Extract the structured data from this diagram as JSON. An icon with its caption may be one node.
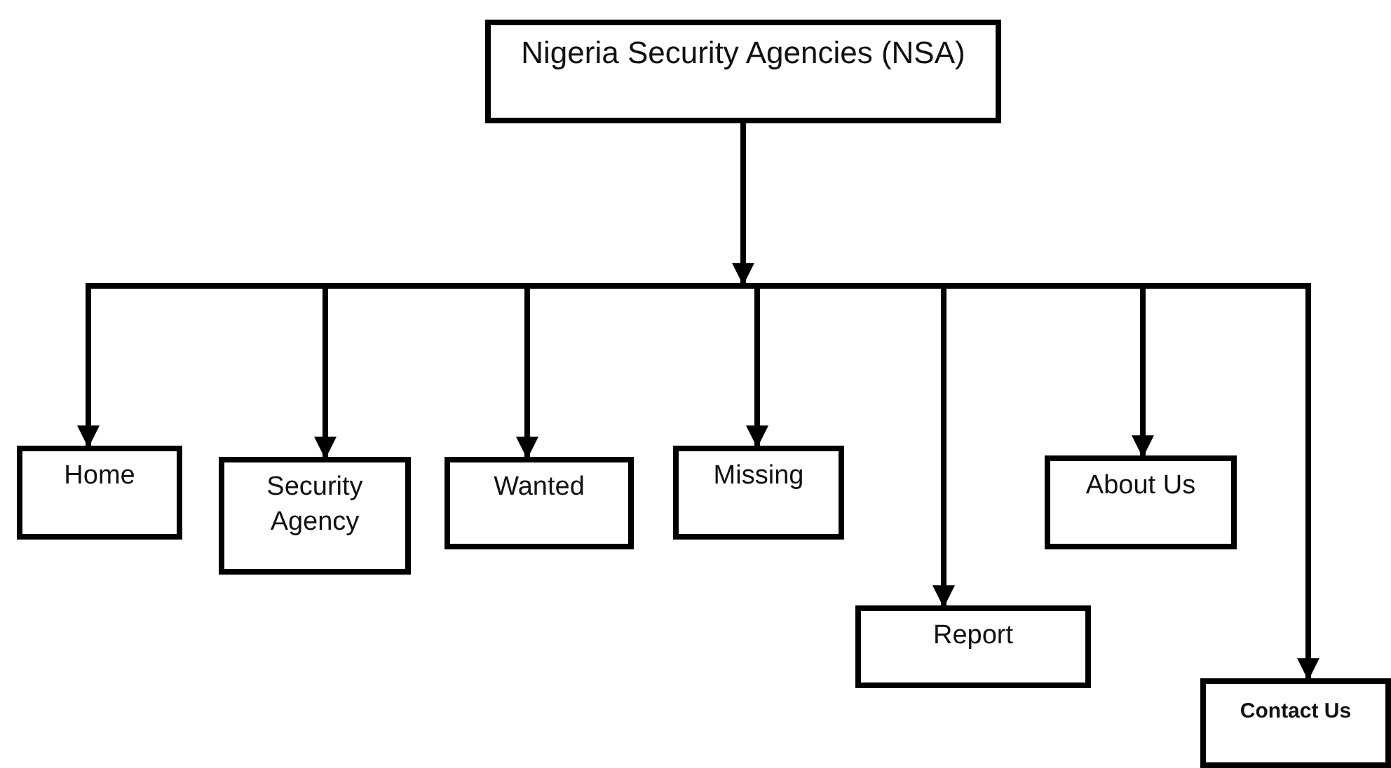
{
  "diagram": {
    "nodes": [
      {
        "text": [
          "Nigeria Security Agencies (NSA)"
        ]
      },
      {
        "text": [
          "Home"
        ]
      },
      {
        "text": [
          "Security Agency"
        ]
      },
      {
        "text": [
          "Wanted"
        ]
      },
      {
        "text": [
          "Missing"
        ]
      },
      {
        "text": [
          "Report"
        ]
      },
      {
        "text": [
          "About Us"
        ]
      },
      {
        "text": [
          "Contact Us"
        ]
      }
    ],
    "edges": [
      {
        "from": 0,
        "to": 1,
        "arrow": "to"
      },
      {
        "from": 0,
        "to": 2,
        "arrow": "to"
      },
      {
        "from": 0,
        "to": 3,
        "arrow": "to"
      },
      {
        "from": 0,
        "to": 4,
        "arrow": "to"
      },
      {
        "from": 0,
        "to": 5,
        "arrow": "to"
      },
      {
        "from": 0,
        "to": 6,
        "arrow": "to"
      },
      {
        "from": 0,
        "to": 7,
        "arrow": "to"
      }
    ]
  }
}
